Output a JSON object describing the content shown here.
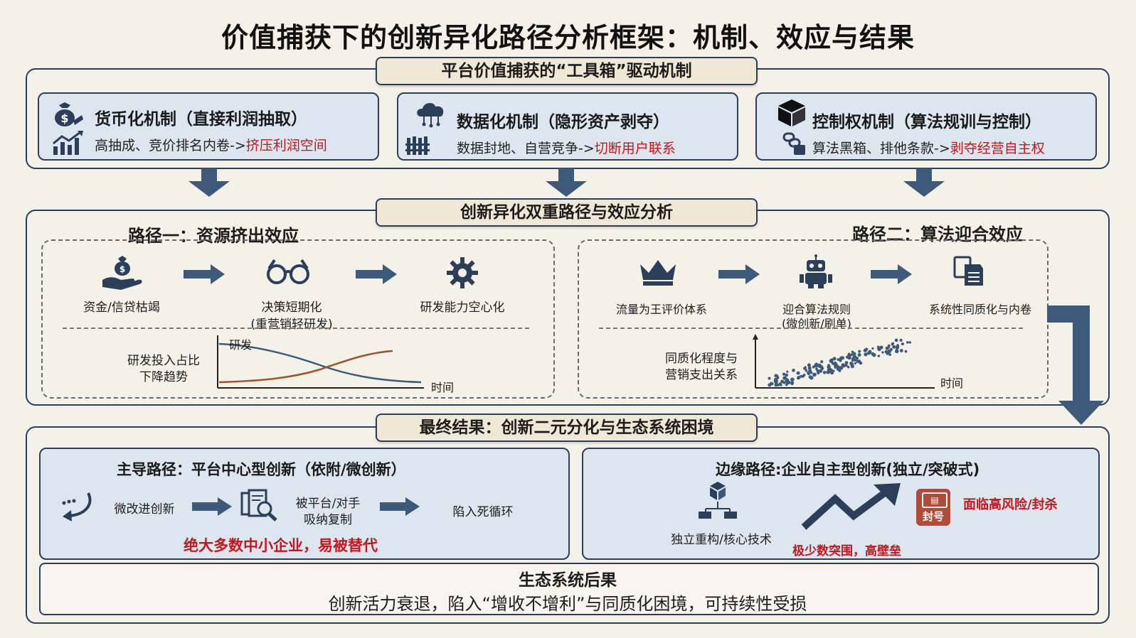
{
  "title": "价值捕获下的创新异化路径分析框架：机制、效应与结果",
  "colors": {
    "navy": "#2b3f5a",
    "red": "#c2171c",
    "card_bg": "#dde6ef",
    "tab_bg": "#efe8d6",
    "page_bg": "#f4f1e8"
  },
  "mechanisms": {
    "header": "平台价值捕获的“工具箱”驱动机制",
    "items": [
      {
        "title": "货币化机制（直接利润抽取）",
        "desc": "高抽成、竞价排名内卷->",
        "result": "挤压利润空间",
        "icon": "money-bag-icon"
      },
      {
        "title": "数据化机制（隐形资产剥夺）",
        "desc": "数据封地、自营竞争->",
        "result": "切断用户联系",
        "icon": "cloud-data-icon"
      },
      {
        "title": "控制权机制（算法规训与控制）",
        "desc": "算法黑箱、排他条款->",
        "result": "剥夺经营自主权",
        "icon": "black-box-icon"
      }
    ]
  },
  "paths": {
    "header": "创新异化双重路径与效应分析",
    "path1": {
      "title": "路径一：资源挤出效应",
      "steps": [
        {
          "label": "资金/信贷枯竭",
          "icon": "money-hand-icon"
        },
        {
          "label": "决策短期化",
          "sub": "(重营销轻研发)",
          "icon": "glasses-icon"
        },
        {
          "label": "研发能力空心化",
          "icon": "gear-icon"
        }
      ],
      "chart_label_1": "研发投入占比",
      "chart_label_2": "下降趋势",
      "chart_series_label": "研发",
      "chart_x_label": "时间"
    },
    "path2": {
      "title": "路径二：算法迎合效应",
      "steps": [
        {
          "label": "流量为王评价体系",
          "icon": "crown-icon"
        },
        {
          "label": "迎合算法规则",
          "sub": "(微创新/刷单)",
          "icon": "robot-icon"
        },
        {
          "label": "系统性同质化与内卷",
          "icon": "copy-docs-icon"
        }
      ],
      "chart_label_1": "同质化程度与",
      "chart_label_2": "营销支出关系",
      "chart_x_label": "时间"
    }
  },
  "results": {
    "header": "最终结果：创新二元分化与生态系统困境",
    "main_path": {
      "title": "主导路径：平台中心型创新（依附/微创新）",
      "step1": "微改进创新",
      "step2_line1": "被平台/对手",
      "step2_line2": "吸纳复制",
      "step3": "陷入死循环",
      "note": "绝大多数中小企业，易被替代"
    },
    "edge_path": {
      "title": "边缘路径:企业自主型创新(独立/突破式)",
      "item1": "独立重构/核心技术",
      "item2": "极少数突围，高壁垒",
      "item3": "面临高风险/封杀",
      "stamp": "封号"
    },
    "eco": {
      "title": "生态系统后果",
      "text": "创新活力衰退，陷入“增收不增利”与同质化困境，可持续性受损"
    }
  }
}
